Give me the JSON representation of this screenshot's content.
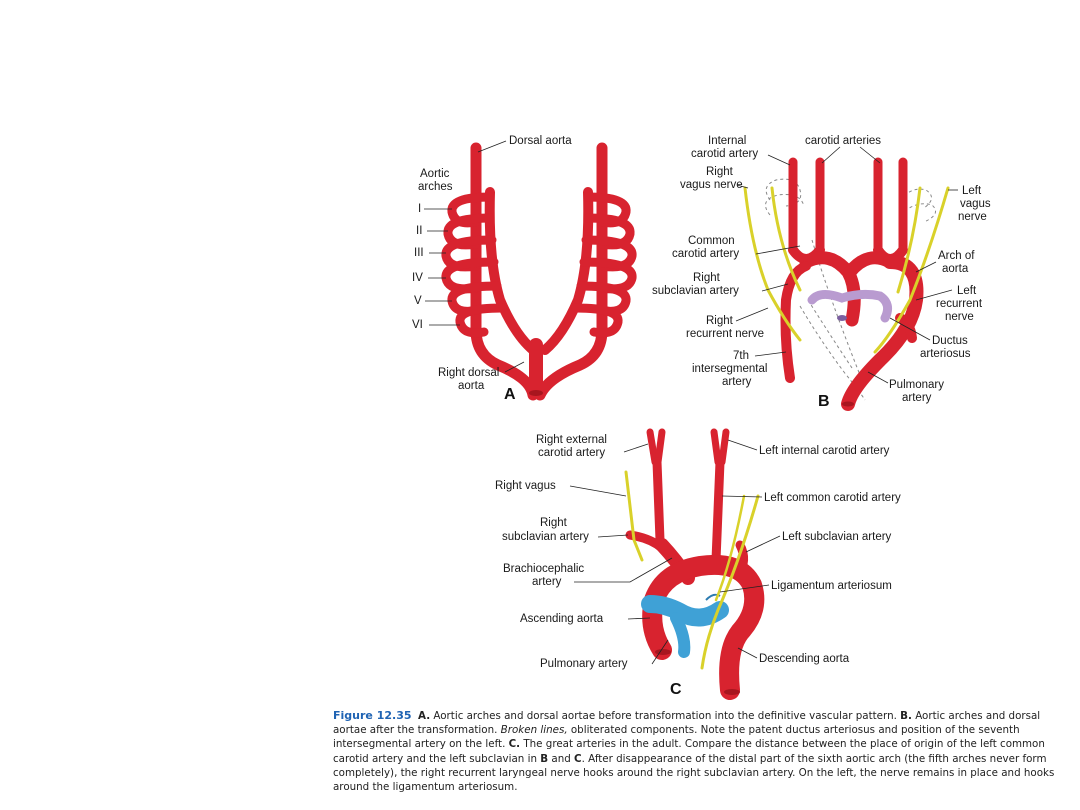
{
  "panelA": {
    "letter": "A",
    "dorsal_aorta": "Dorsal aorta",
    "aortic": "Aortic",
    "arches": "arches",
    "roman": [
      "I",
      "II",
      "III",
      "IV",
      "V",
      "VI"
    ],
    "right_dorsal": "Right dorsal",
    "aorta": "aorta"
  },
  "panelB": {
    "letter": "B",
    "internal": "Internal",
    "carotid_artery": "carotid artery",
    "carotid_arteries": "carotid arteries",
    "right": "Right",
    "vagus_nerve": "vagus nerve",
    "left": "Left",
    "vagus": "vagus",
    "nerve": "nerve",
    "common": "Common",
    "common_carotid": "carotid artery",
    "arch_of": "Arch of",
    "aorta": "aorta",
    "right2": "Right",
    "subclavian_artery": "subclavian artery",
    "left2": "Left",
    "recurrent": "recurrent",
    "nerve2": "nerve",
    "right3": "Right",
    "recurrent_nerve": "recurrent nerve",
    "ductus": "Ductus",
    "arteriosus": "arteriosus",
    "seventh": "7th",
    "intersegmental": "intersegmental",
    "artery": "artery",
    "pulmonary": "Pulmonary",
    "pulm_artery": "artery"
  },
  "panelC": {
    "letter": "C",
    "right_external": "Right external",
    "carotid_artery": "carotid artery",
    "left_internal": "Left internal carotid artery",
    "right_vagus": "Right vagus",
    "left_common": "Left common carotid artery",
    "right": "Right",
    "subclavian_artery": "subclavian artery",
    "left_subclavian": "Left subclavian artery",
    "brachiocephalic": "Brachiocephalic",
    "bc_artery": "artery",
    "ligamentum": "Ligamentum arteriosum",
    "ascending": "Ascending aorta",
    "pulmonary": "Pulmonary artery",
    "descending": "Descending aorta"
  },
  "caption": {
    "fignum": "Figure 12.35",
    "s1_letter": "A.",
    "s1": " Aortic arches and dorsal aortae before transformation into the definitive vascular pattern. ",
    "s2_letter": "B.",
    "s2": " Aortic arches and dorsal aortae after the transformation. ",
    "s2_italic": "Broken lines,",
    "s3": " obliterated components. Note the patent ductus arteriosus and position of the seventh intersegmental artery on the left. ",
    "s3_letter": "C.",
    "s4": " The great arteries in the adult. Compare the distance between the place of origin of the left common carotid artery and the left subclavian in ",
    "b_letter": "B",
    "and": " and ",
    "c_letter": "C",
    "s5": ". After disappearance of the distal part of the sixth aortic arch (the fifth arches never form completely), the right recurrent laryngeal nerve hooks around the right subclavian artery. On the left, the nerve remains in place and hooks around the ligamentum arteriosum."
  },
  "colors": {
    "artery": "#d8232f",
    "nerve": "#d9d12a",
    "pulmonary_vessel": "#3fa1d6",
    "ductus": "#b99bd0",
    "caption_number": "#1f63b3"
  }
}
